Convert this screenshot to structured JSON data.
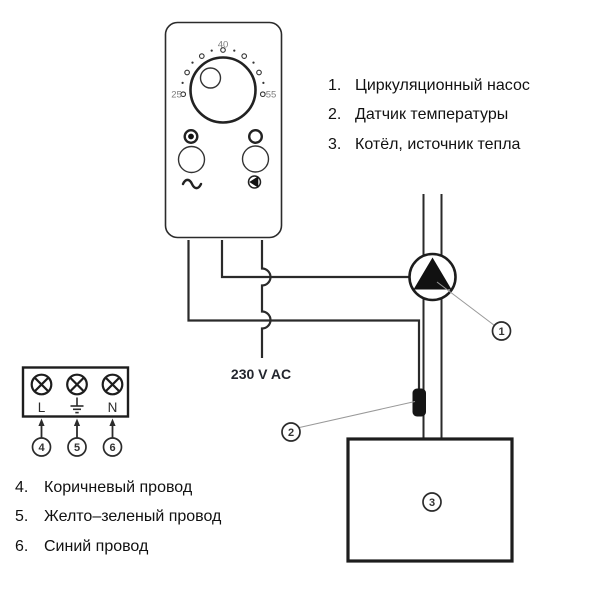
{
  "diagram": {
    "voltage_label": "230 V AC",
    "dial": {
      "low": "25",
      "mid": "40",
      "high": "55"
    }
  },
  "terminal_block": {
    "live": "L",
    "neutral": "N",
    "callout_live": "4",
    "callout_ground": "5",
    "callout_neutral": "6"
  },
  "callouts": {
    "pump": "1",
    "sensor": "2",
    "boiler": "3"
  },
  "legend": [
    {
      "num": "1.",
      "label": "Циркуляционный насос"
    },
    {
      "num": "2.",
      "label": "Датчик температуры"
    },
    {
      "num": "3.",
      "label": "Котёл, источник тепла"
    }
  ],
  "wire_legend": [
    {
      "num": "4.",
      "label": "Коричневый провод"
    },
    {
      "num": "5.",
      "label": "Желто–зеленый провод"
    },
    {
      "num": "6.",
      "label": "Синий провод"
    }
  ]
}
